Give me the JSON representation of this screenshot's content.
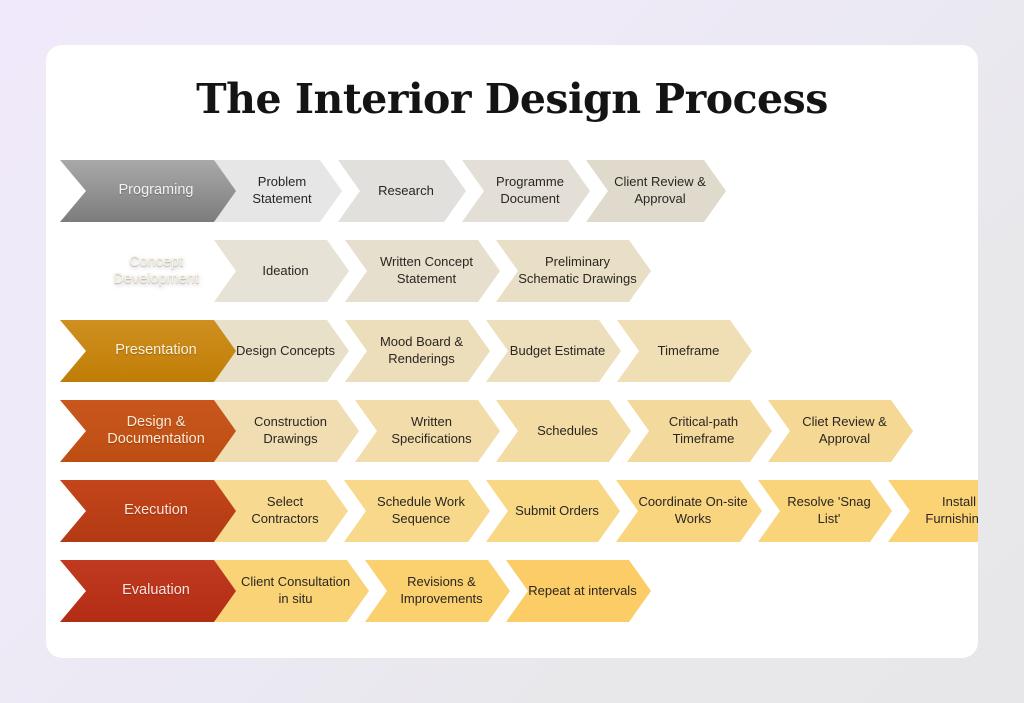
{
  "page": {
    "background_start": "#efe9fb",
    "background_end": "#e7e7e9",
    "card_background": "#ffffff"
  },
  "title": "The Interior Design Process",
  "diagram": {
    "type": "phase-chevron-flow",
    "phase_count": 6,
    "rows": [
      {
        "label": "Programing",
        "label_color_top": "#a9a9a9",
        "label_color_bottom": "#7c7c7c",
        "label_text_color": "#f4f2f0",
        "steps": [
          {
            "text": "Problem Statement",
            "color": "#e6e6e6"
          },
          {
            "text": "Research",
            "color": "#e2e0dd"
          },
          {
            "text": "Programme Document",
            "color": "#e3dfd7"
          },
          {
            "text": "Client Review & Approval",
            "color": "#e0dacd"
          }
        ]
      },
      {
        "label": "Concept Development",
        "label_color_top": "#bda košice",
        "label_color_bottom": "#a8882c",
        "label_text_color": "#fbf3e2",
        "steps": [
          {
            "text": "Ideation",
            "color": "#e7e2d6"
          },
          {
            "text": "Written Concept Statement",
            "color": "#e6dfcd"
          },
          {
            "text": "Preliminary Schematic Drawings",
            "color": "#e8dfc6"
          }
        ]
      },
      {
        "label": "Presentation",
        "label_color_top": "#cf9020",
        "label_color_bottom": "#c07d06",
        "label_text_color": "#fdf1df",
        "steps": [
          {
            "text": "Design Concepts",
            "color": "#e9e0c9"
          },
          {
            "text": "Mood Board & Renderings",
            "color": "#ecddbb"
          },
          {
            "text": "Budget Estimate",
            "color": "#eedfbc"
          },
          {
            "text": "Timeframe",
            "color": "#f0dfb4"
          }
        ]
      },
      {
        "label": "Design & Documentation",
        "label_color_top": "#c9571d",
        "label_color_bottom": "#bd4e12",
        "label_text_color": "#fde9d4",
        "steps": [
          {
            "text": "Construction Drawings",
            "color": "#f0ddb1"
          },
          {
            "text": "Written Specifications",
            "color": "#f2dcaa"
          },
          {
            "text": "Schedules",
            "color": "#f3dba4"
          },
          {
            "text": "Critical-path Timeframe",
            "color": "#f4d99c"
          },
          {
            "text": "Cliet Review & Approval",
            "color": "#f5d894"
          }
        ]
      },
      {
        "label": "Execution",
        "label_color_top": "#c4451c",
        "label_color_bottom": "#b23a12",
        "label_text_color": "#fde4d6",
        "steps": [
          {
            "text": "Select Contractors",
            "color": "#f7d98f"
          },
          {
            "text": "Schedule Work Sequence",
            "color": "#f8d88a"
          },
          {
            "text": "Submit Orders",
            "color": "#f8d785"
          },
          {
            "text": "Coordinate On-site Works",
            "color": "#f9d57f"
          },
          {
            "text": "Resolve 'Snag List'",
            "color": "#fad47a"
          },
          {
            "text": "Install Furnishings",
            "color": "#fbd374"
          }
        ]
      },
      {
        "label": "Evaluation",
        "label_color_top": "#c03a22",
        "label_color_bottom": "#b22d14",
        "label_text_color": "#fde3dc",
        "steps": [
          {
            "text": "Client Consultation in situ",
            "color": "#fad377"
          },
          {
            "text": "Revisions & Improvements",
            "color": "#fbd06f"
          },
          {
            "text": "Repeat at intervals",
            "color": "#fccd66"
          }
        ]
      }
    ]
  }
}
